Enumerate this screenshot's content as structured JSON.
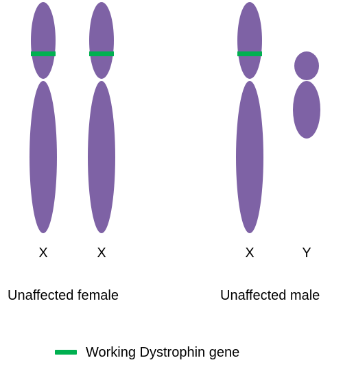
{
  "colors": {
    "chromosome": "#7e62a5",
    "gene_band": "#00b050",
    "text": "#000000",
    "background": "#ffffff"
  },
  "chromosomes": [
    {
      "id": "female-x1",
      "label": "X",
      "type": "X",
      "has_working_gene": true
    },
    {
      "id": "female-x2",
      "label": "X",
      "type": "X",
      "has_working_gene": true
    },
    {
      "id": "male-x",
      "label": "X",
      "type": "X",
      "has_working_gene": true
    },
    {
      "id": "male-y",
      "label": "Y",
      "type": "Y",
      "has_working_gene": false
    }
  ],
  "groups": {
    "female": "Unaffected female",
    "male": "Unaffected male"
  },
  "legend": {
    "label": "Working Dystrophin gene",
    "swatch_color": "#00b050"
  }
}
